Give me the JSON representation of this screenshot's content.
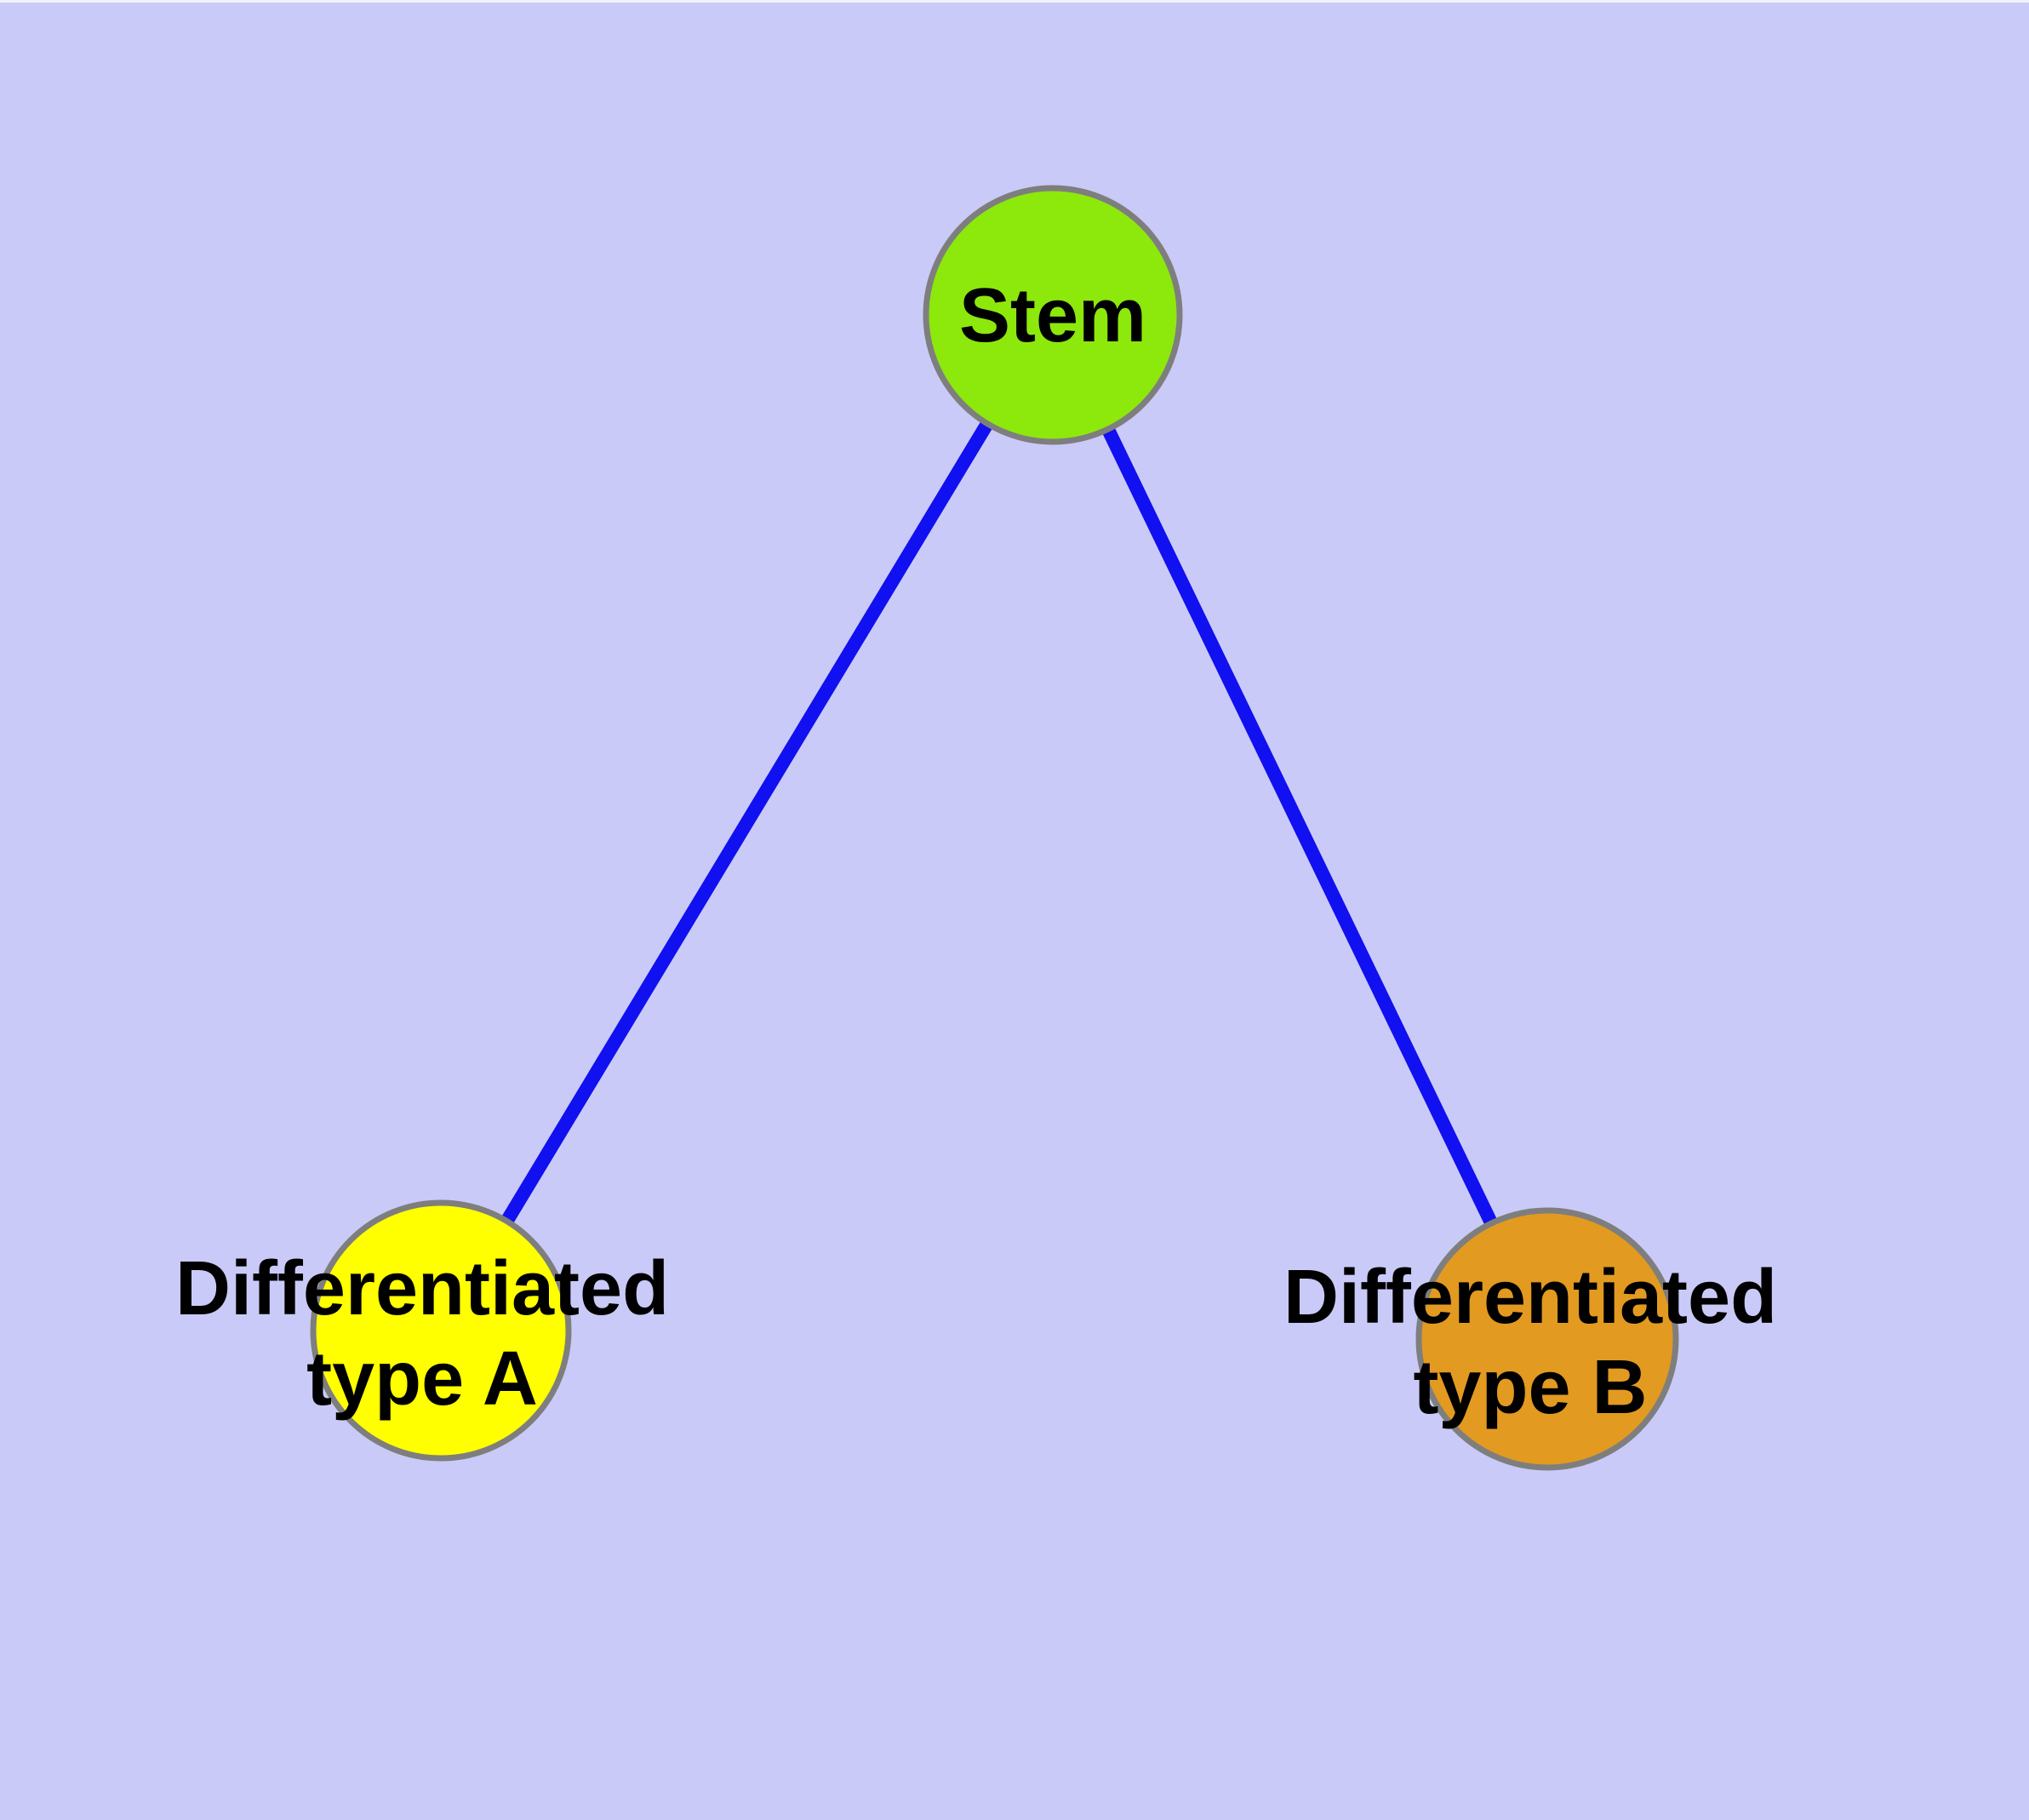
{
  "figure": {
    "type": "network-graph",
    "background_color": "#CACAF8",
    "top_strip_color": "#F2F2FB",
    "edge_color": "#1010F0",
    "node_border_color": "#7E7E7E",
    "label_color": "#000000"
  },
  "nodes": [
    {
      "id": "stem",
      "label": "Stem",
      "color": "#8DE80C"
    },
    {
      "id": "type-a",
      "label": "Differentiated\ntype A",
      "color": "#FFFF00"
    },
    {
      "id": "type-b",
      "label": "Differentiated\ntype B",
      "color": "#E29A20"
    }
  ],
  "edges": [
    {
      "from": "Stem",
      "to": "Differentiated type A"
    },
    {
      "from": "Stem",
      "to": "Differentiated type B"
    }
  ]
}
